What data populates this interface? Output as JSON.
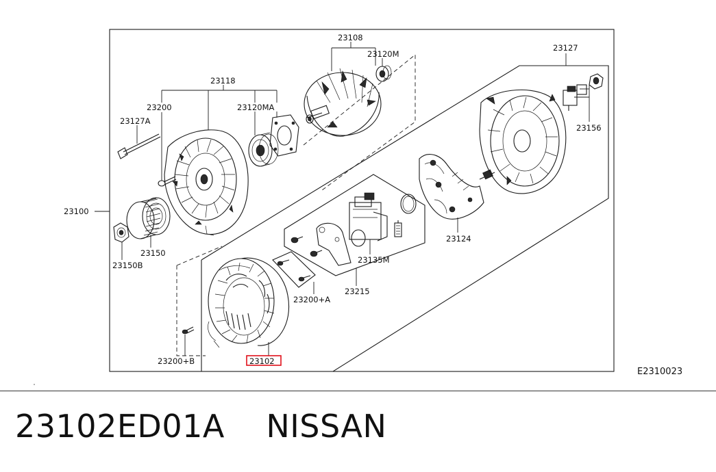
{
  "diagram": {
    "code": "E2310023",
    "labels": {
      "p23100": "23100",
      "p23108": "23108",
      "p23120M": "23120M",
      "p23127": "23127",
      "p23118": "23118",
      "p23200": "23200",
      "p23120MA": "23120MA",
      "p23127A": "23127A",
      "p23156": "23156",
      "p23124": "23124",
      "p23135M": "23135M",
      "p23150": "23150",
      "p23150B": "23150B",
      "p23200A": "23200+A",
      "p23215": "23215",
      "p23200B": "23200+B",
      "p23102": "23102"
    },
    "highlight_color": "#e0101a"
  },
  "caption": {
    "part_number": "23102ED01A",
    "brand": "NISSAN"
  }
}
